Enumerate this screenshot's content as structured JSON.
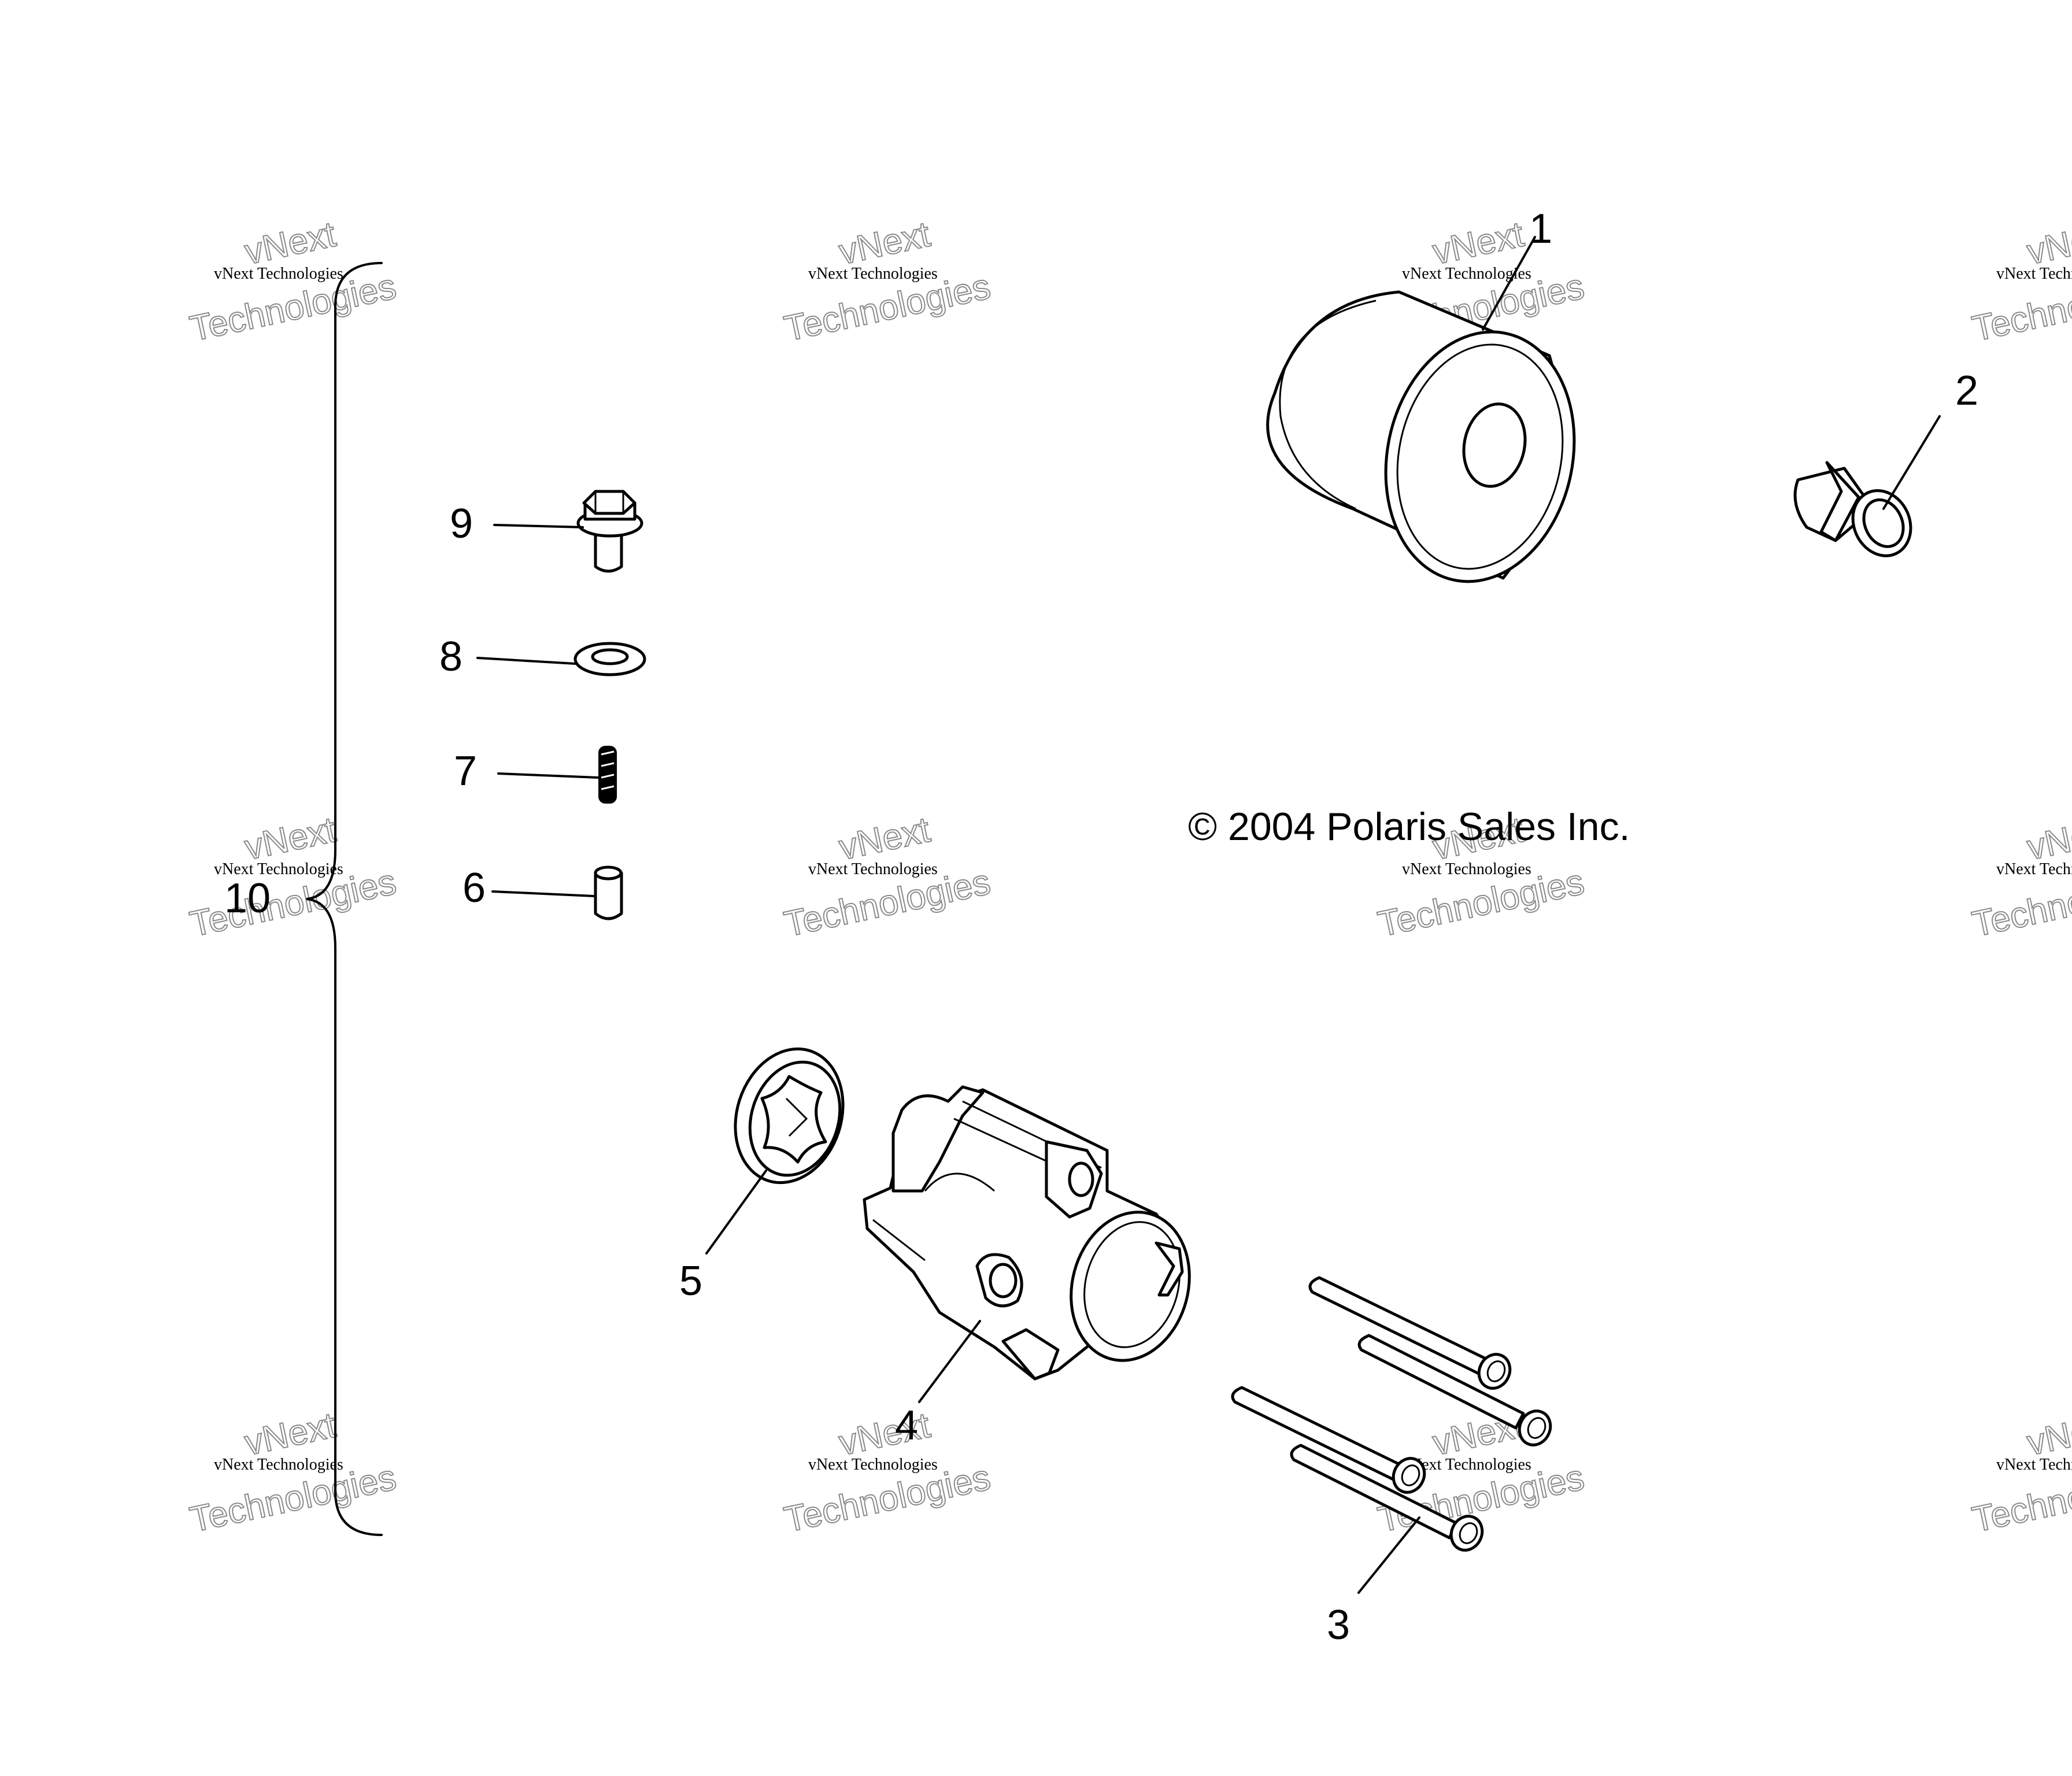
{
  "callouts": {
    "c1": "1",
    "c2": "2",
    "c3": "3",
    "c4": "4",
    "c5": "5",
    "c6": "6",
    "c7": "7",
    "c8": "8",
    "c9": "9",
    "c10": "10"
  },
  "copyright": "© 2004 Polaris Sales Inc.",
  "watermark": {
    "line_small": "vNext Technologies",
    "line_large_1": "vNext",
    "line_large_2": "Technologies"
  }
}
